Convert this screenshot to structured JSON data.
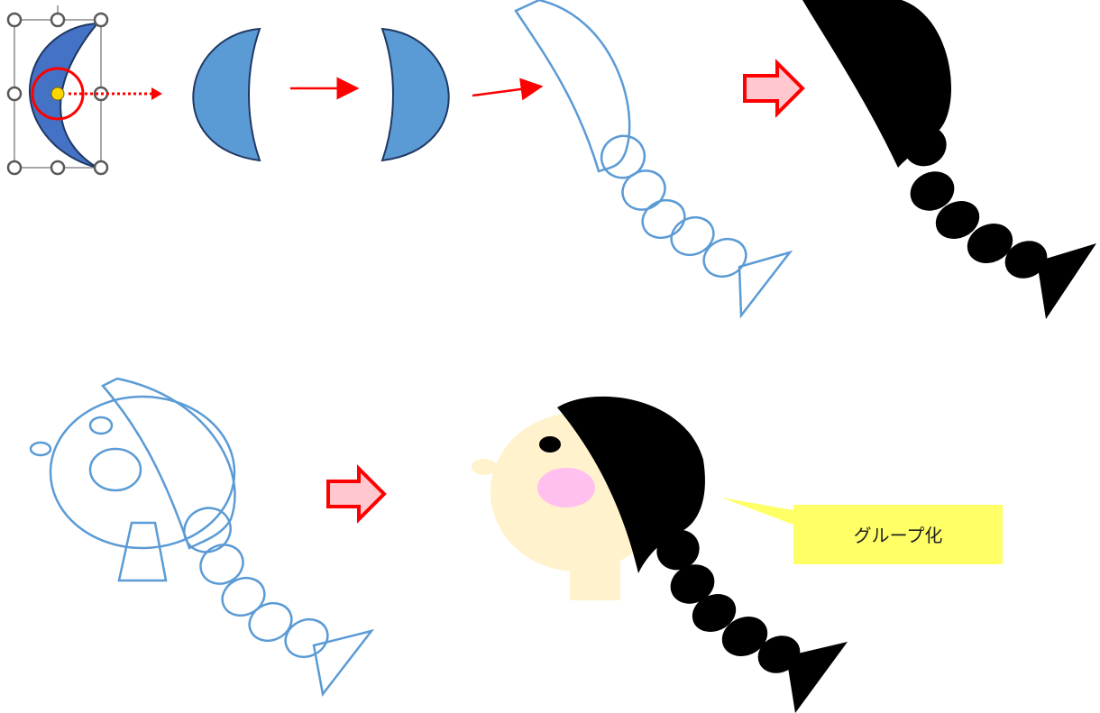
{
  "colors": {
    "shape_fill": "#5b9bd5",
    "shape_stroke": "#1f3864",
    "outline": "#5b9bd5",
    "hair": "#000000",
    "skin": "#fff2cc",
    "cheek": "#ffc0f0",
    "arrow": "#ff0000",
    "arrow_fill": "#ffc7ce",
    "handle_fill": "#ffffff",
    "handle_stroke": "#595959",
    "adjust_handle": "#ffd700",
    "callout_fill": "#ffff66"
  },
  "icons": {
    "big_arrow": "block-right-arrow",
    "small_arrow": "line-arrow",
    "handles": "selection-handles"
  },
  "callout": {
    "text": "グループ化"
  }
}
